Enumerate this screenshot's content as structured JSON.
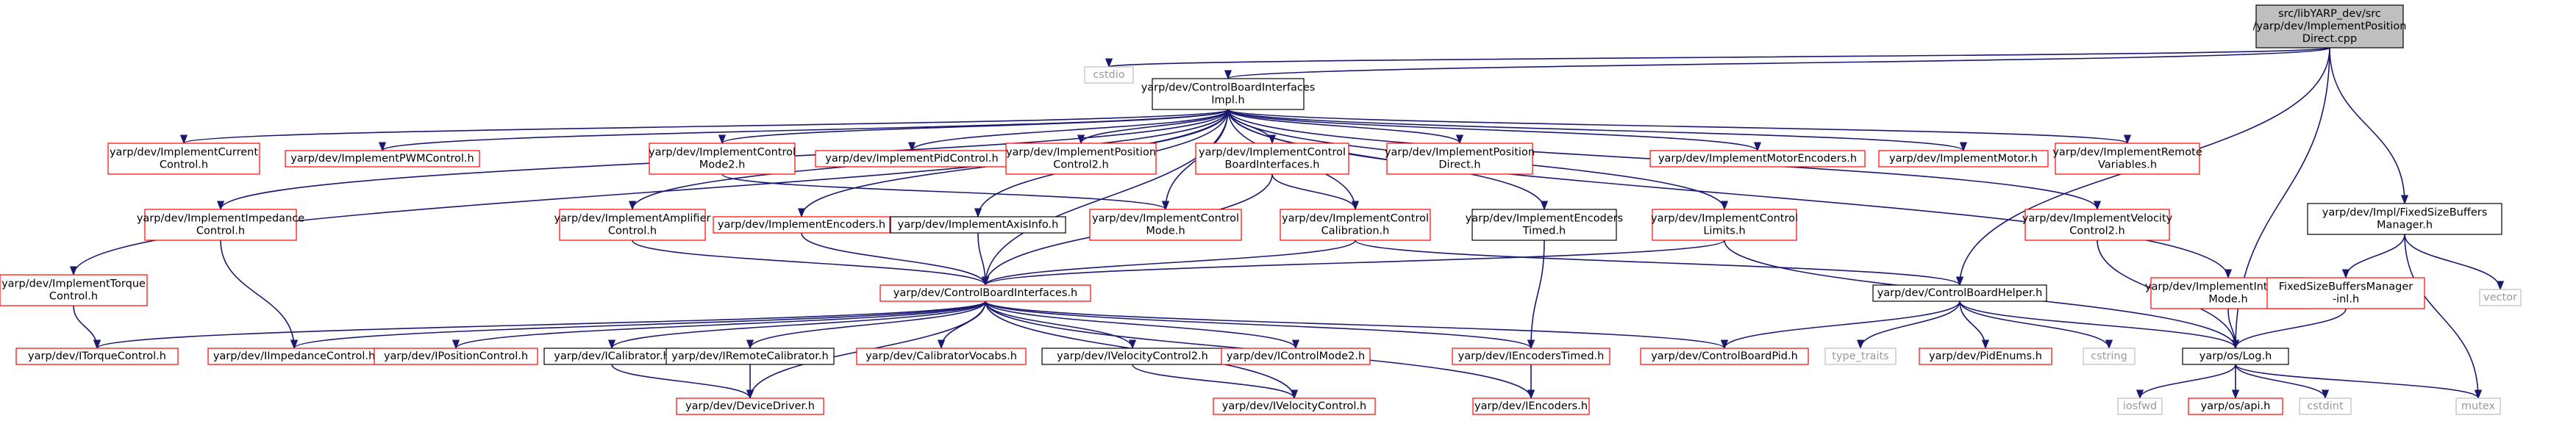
{
  "colors": {
    "edge": "#191970",
    "missing_border": "#ff0000",
    "documented_border": "#000000",
    "external_border": "#bfbfbf",
    "root_fill": "#bfbfbf",
    "external_text": "#9a9a9a"
  },
  "nodes": [
    {
      "id": "root",
      "lines": [
        "src/libYARP_dev/src",
        "/yarp/dev/ImplementPosition",
        "Direct.cpp"
      ],
      "kind": "root"
    },
    {
      "id": "cstdio",
      "lines": [
        "cstdio"
      ],
      "kind": "external"
    },
    {
      "id": "cbi_impl",
      "lines": [
        "yarp/dev/ControlBoardInterfaces",
        "Impl.h"
      ],
      "kind": "documented"
    },
    {
      "id": "impl_current",
      "lines": [
        "yarp/dev/ImplementCurrent",
        "Control.h"
      ],
      "kind": "missing"
    },
    {
      "id": "impl_pwm",
      "lines": [
        "yarp/dev/ImplementPWMControl.h"
      ],
      "kind": "missing"
    },
    {
      "id": "impl_cm2",
      "lines": [
        "yarp/dev/ImplementControl",
        "Mode2.h"
      ],
      "kind": "missing"
    },
    {
      "id": "impl_pid",
      "lines": [
        "yarp/dev/ImplementPidControl.h"
      ],
      "kind": "missing"
    },
    {
      "id": "impl_pos2",
      "lines": [
        "yarp/dev/ImplementPosition",
        "Control2.h"
      ],
      "kind": "missing"
    },
    {
      "id": "impl_cbi",
      "lines": [
        "yarp/dev/ImplementControl",
        "BoardInterfaces.h"
      ],
      "kind": "missing"
    },
    {
      "id": "impl_posdir",
      "lines": [
        "yarp/dev/ImplementPosition",
        "Direct.h"
      ],
      "kind": "missing"
    },
    {
      "id": "impl_motenc",
      "lines": [
        "yarp/dev/ImplementMotorEncoders.h"
      ],
      "kind": "missing"
    },
    {
      "id": "impl_motor",
      "lines": [
        "yarp/dev/ImplementMotor.h"
      ],
      "kind": "missing"
    },
    {
      "id": "impl_remvar",
      "lines": [
        "yarp/dev/ImplementRemote",
        "Variables.h"
      ],
      "kind": "missing"
    },
    {
      "id": "impl_imp",
      "lines": [
        "yarp/dev/ImplementImpedance",
        "Control.h"
      ],
      "kind": "missing"
    },
    {
      "id": "impl_amp",
      "lines": [
        "yarp/dev/ImplementAmplifier",
        "Control.h"
      ],
      "kind": "missing"
    },
    {
      "id": "impl_enc",
      "lines": [
        "yarp/dev/ImplementEncoders.h"
      ],
      "kind": "missing"
    },
    {
      "id": "impl_axis",
      "lines": [
        "yarp/dev/ImplementAxisInfo.h"
      ],
      "kind": "documented"
    },
    {
      "id": "impl_cm",
      "lines": [
        "yarp/dev/ImplementControl",
        "Mode.h"
      ],
      "kind": "missing"
    },
    {
      "id": "impl_cal",
      "lines": [
        "yarp/dev/ImplementControl",
        "Calibration.h"
      ],
      "kind": "missing"
    },
    {
      "id": "impl_enct",
      "lines": [
        "yarp/dev/ImplementEncoders",
        "Timed.h"
      ],
      "kind": "documented"
    },
    {
      "id": "impl_lim",
      "lines": [
        "yarp/dev/ImplementControl",
        "Limits.h"
      ],
      "kind": "missing"
    },
    {
      "id": "impl_vel2",
      "lines": [
        "yarp/dev/ImplementVelocity",
        "Control2.h"
      ],
      "kind": "missing"
    },
    {
      "id": "fsbm",
      "lines": [
        "yarp/dev/Impl/FixedSizeBuffers",
        "Manager.h"
      ],
      "kind": "documented"
    },
    {
      "id": "impl_torque",
      "lines": [
        "yarp/dev/ImplementTorque",
        "Control.h"
      ],
      "kind": "missing"
    },
    {
      "id": "cbi",
      "lines": [
        "yarp/dev/ControlBoardInterfaces.h"
      ],
      "kind": "missing"
    },
    {
      "id": "cbh",
      "lines": [
        "yarp/dev/ControlBoardHelper.h"
      ],
      "kind": "documented"
    },
    {
      "id": "impl_inter",
      "lines": [
        "yarp/dev/ImplementInteraction",
        "Mode.h"
      ],
      "kind": "missing"
    },
    {
      "id": "fsbm_inl",
      "lines": [
        "FixedSizeBuffersManager",
        "-inl.h"
      ],
      "kind": "missing"
    },
    {
      "id": "vector",
      "lines": [
        "vector"
      ],
      "kind": "external"
    },
    {
      "id": "itorque",
      "lines": [
        "yarp/dev/ITorqueControl.h"
      ],
      "kind": "missing"
    },
    {
      "id": "iimp",
      "lines": [
        "yarp/dev/IImpedanceControl.h"
      ],
      "kind": "missing"
    },
    {
      "id": "ipos",
      "lines": [
        "yarp/dev/IPositionControl.h"
      ],
      "kind": "missing"
    },
    {
      "id": "ical",
      "lines": [
        "yarp/dev/ICalibrator.h"
      ],
      "kind": "documented"
    },
    {
      "id": "iremcal",
      "lines": [
        "yarp/dev/IRemoteCalibrator.h"
      ],
      "kind": "documented"
    },
    {
      "id": "calvocabs",
      "lines": [
        "yarp/dev/CalibratorVocabs.h"
      ],
      "kind": "missing"
    },
    {
      "id": "ivel2",
      "lines": [
        "yarp/dev/IVelocityControl2.h"
      ],
      "kind": "documented"
    },
    {
      "id": "icm2",
      "lines": [
        "yarp/dev/IControlMode2.h"
      ],
      "kind": "missing"
    },
    {
      "id": "ienct",
      "lines": [
        "yarp/dev/IEncodersTimed.h"
      ],
      "kind": "missing"
    },
    {
      "id": "cbpid",
      "lines": [
        "yarp/dev/ControlBoardPid.h"
      ],
      "kind": "missing"
    },
    {
      "id": "type_traits",
      "lines": [
        "type_traits"
      ],
      "kind": "external"
    },
    {
      "id": "pidenums",
      "lines": [
        "yarp/dev/PidEnums.h"
      ],
      "kind": "missing"
    },
    {
      "id": "cstring",
      "lines": [
        "cstring"
      ],
      "kind": "external"
    },
    {
      "id": "log",
      "lines": [
        "yarp/os/Log.h"
      ],
      "kind": "documented"
    },
    {
      "id": "devdriver",
      "lines": [
        "yarp/dev/DeviceDriver.h"
      ],
      "kind": "missing"
    },
    {
      "id": "ivel",
      "lines": [
        "yarp/dev/IVelocityControl.h"
      ],
      "kind": "missing"
    },
    {
      "id": "ienc",
      "lines": [
        "yarp/dev/IEncoders.h"
      ],
      "kind": "missing"
    },
    {
      "id": "iosfwd",
      "lines": [
        "iosfwd"
      ],
      "kind": "external"
    },
    {
      "id": "osapi",
      "lines": [
        "yarp/os/api.h"
      ],
      "kind": "missing"
    },
    {
      "id": "cstdint",
      "lines": [
        "cstdint"
      ],
      "kind": "external"
    },
    {
      "id": "mutex",
      "lines": [
        "mutex"
      ],
      "kind": "external"
    }
  ],
  "edges": [
    [
      "root",
      "cstdio"
    ],
    [
      "root",
      "cbi_impl"
    ],
    [
      "root",
      "cbh"
    ],
    [
      "root",
      "log"
    ],
    [
      "root",
      "fsbm"
    ],
    [
      "cbi_impl",
      "impl_current"
    ],
    [
      "cbi_impl",
      "impl_pwm"
    ],
    [
      "cbi_impl",
      "impl_cm2"
    ],
    [
      "cbi_impl",
      "impl_pid"
    ],
    [
      "cbi_impl",
      "impl_pos2"
    ],
    [
      "cbi_impl",
      "impl_cbi"
    ],
    [
      "cbi_impl",
      "impl_posdir"
    ],
    [
      "cbi_impl",
      "impl_motenc"
    ],
    [
      "cbi_impl",
      "impl_motor"
    ],
    [
      "cbi_impl",
      "impl_remvar"
    ],
    [
      "cbi_impl",
      "impl_imp"
    ],
    [
      "cbi_impl",
      "impl_amp"
    ],
    [
      "cbi_impl",
      "impl_enc"
    ],
    [
      "cbi_impl",
      "impl_axis"
    ],
    [
      "cbi_impl",
      "impl_cm"
    ],
    [
      "cbi_impl",
      "impl_cal"
    ],
    [
      "cbi_impl",
      "impl_enct"
    ],
    [
      "cbi_impl",
      "impl_lim"
    ],
    [
      "cbi_impl",
      "impl_vel2"
    ],
    [
      "cbi_impl",
      "impl_torque"
    ],
    [
      "cbi_impl",
      "impl_inter"
    ],
    [
      "cbi_impl",
      "cbi"
    ],
    [
      "impl_cm2",
      "impl_cm"
    ],
    [
      "impl_cbi",
      "cbi"
    ],
    [
      "impl_cbi",
      "impl_cal"
    ],
    [
      "impl_imp",
      "iimp"
    ],
    [
      "impl_amp",
      "cbi"
    ],
    [
      "impl_enc",
      "cbi"
    ],
    [
      "impl_axis",
      "cbi"
    ],
    [
      "impl_cal",
      "cbi"
    ],
    [
      "impl_cal",
      "cbh"
    ],
    [
      "impl_enct",
      "ienct"
    ],
    [
      "impl_lim",
      "cbi"
    ],
    [
      "impl_lim",
      "log"
    ],
    [
      "impl_vel2",
      "log"
    ],
    [
      "impl_torque",
      "itorque"
    ],
    [
      "impl_inter",
      "log"
    ],
    [
      "fsbm",
      "fsbm_inl"
    ],
    [
      "fsbm",
      "vector"
    ],
    [
      "fsbm",
      "mutex"
    ],
    [
      "fsbm_inl",
      "log"
    ],
    [
      "cbi",
      "itorque"
    ],
    [
      "cbi",
      "iimp"
    ],
    [
      "cbi",
      "ipos"
    ],
    [
      "cbi",
      "ical"
    ],
    [
      "cbi",
      "iremcal"
    ],
    [
      "cbi",
      "calvocabs"
    ],
    [
      "cbi",
      "ivel2"
    ],
    [
      "cbi",
      "icm2"
    ],
    [
      "cbi",
      "ienct"
    ],
    [
      "cbi",
      "cbpid"
    ],
    [
      "cbi",
      "devdriver"
    ],
    [
      "cbi",
      "ivel"
    ],
    [
      "cbi",
      "ienc"
    ],
    [
      "ical",
      "devdriver"
    ],
    [
      "iremcal",
      "devdriver"
    ],
    [
      "ivel2",
      "ivel"
    ],
    [
      "ienct",
      "ienc"
    ],
    [
      "cbh",
      "cbpid"
    ],
    [
      "cbh",
      "type_traits"
    ],
    [
      "cbh",
      "pidenums"
    ],
    [
      "cbh",
      "cstring"
    ],
    [
      "cbh",
      "log"
    ],
    [
      "log",
      "iosfwd"
    ],
    [
      "log",
      "osapi"
    ],
    [
      "log",
      "cstdint"
    ],
    [
      "log",
      "mutex"
    ]
  ]
}
